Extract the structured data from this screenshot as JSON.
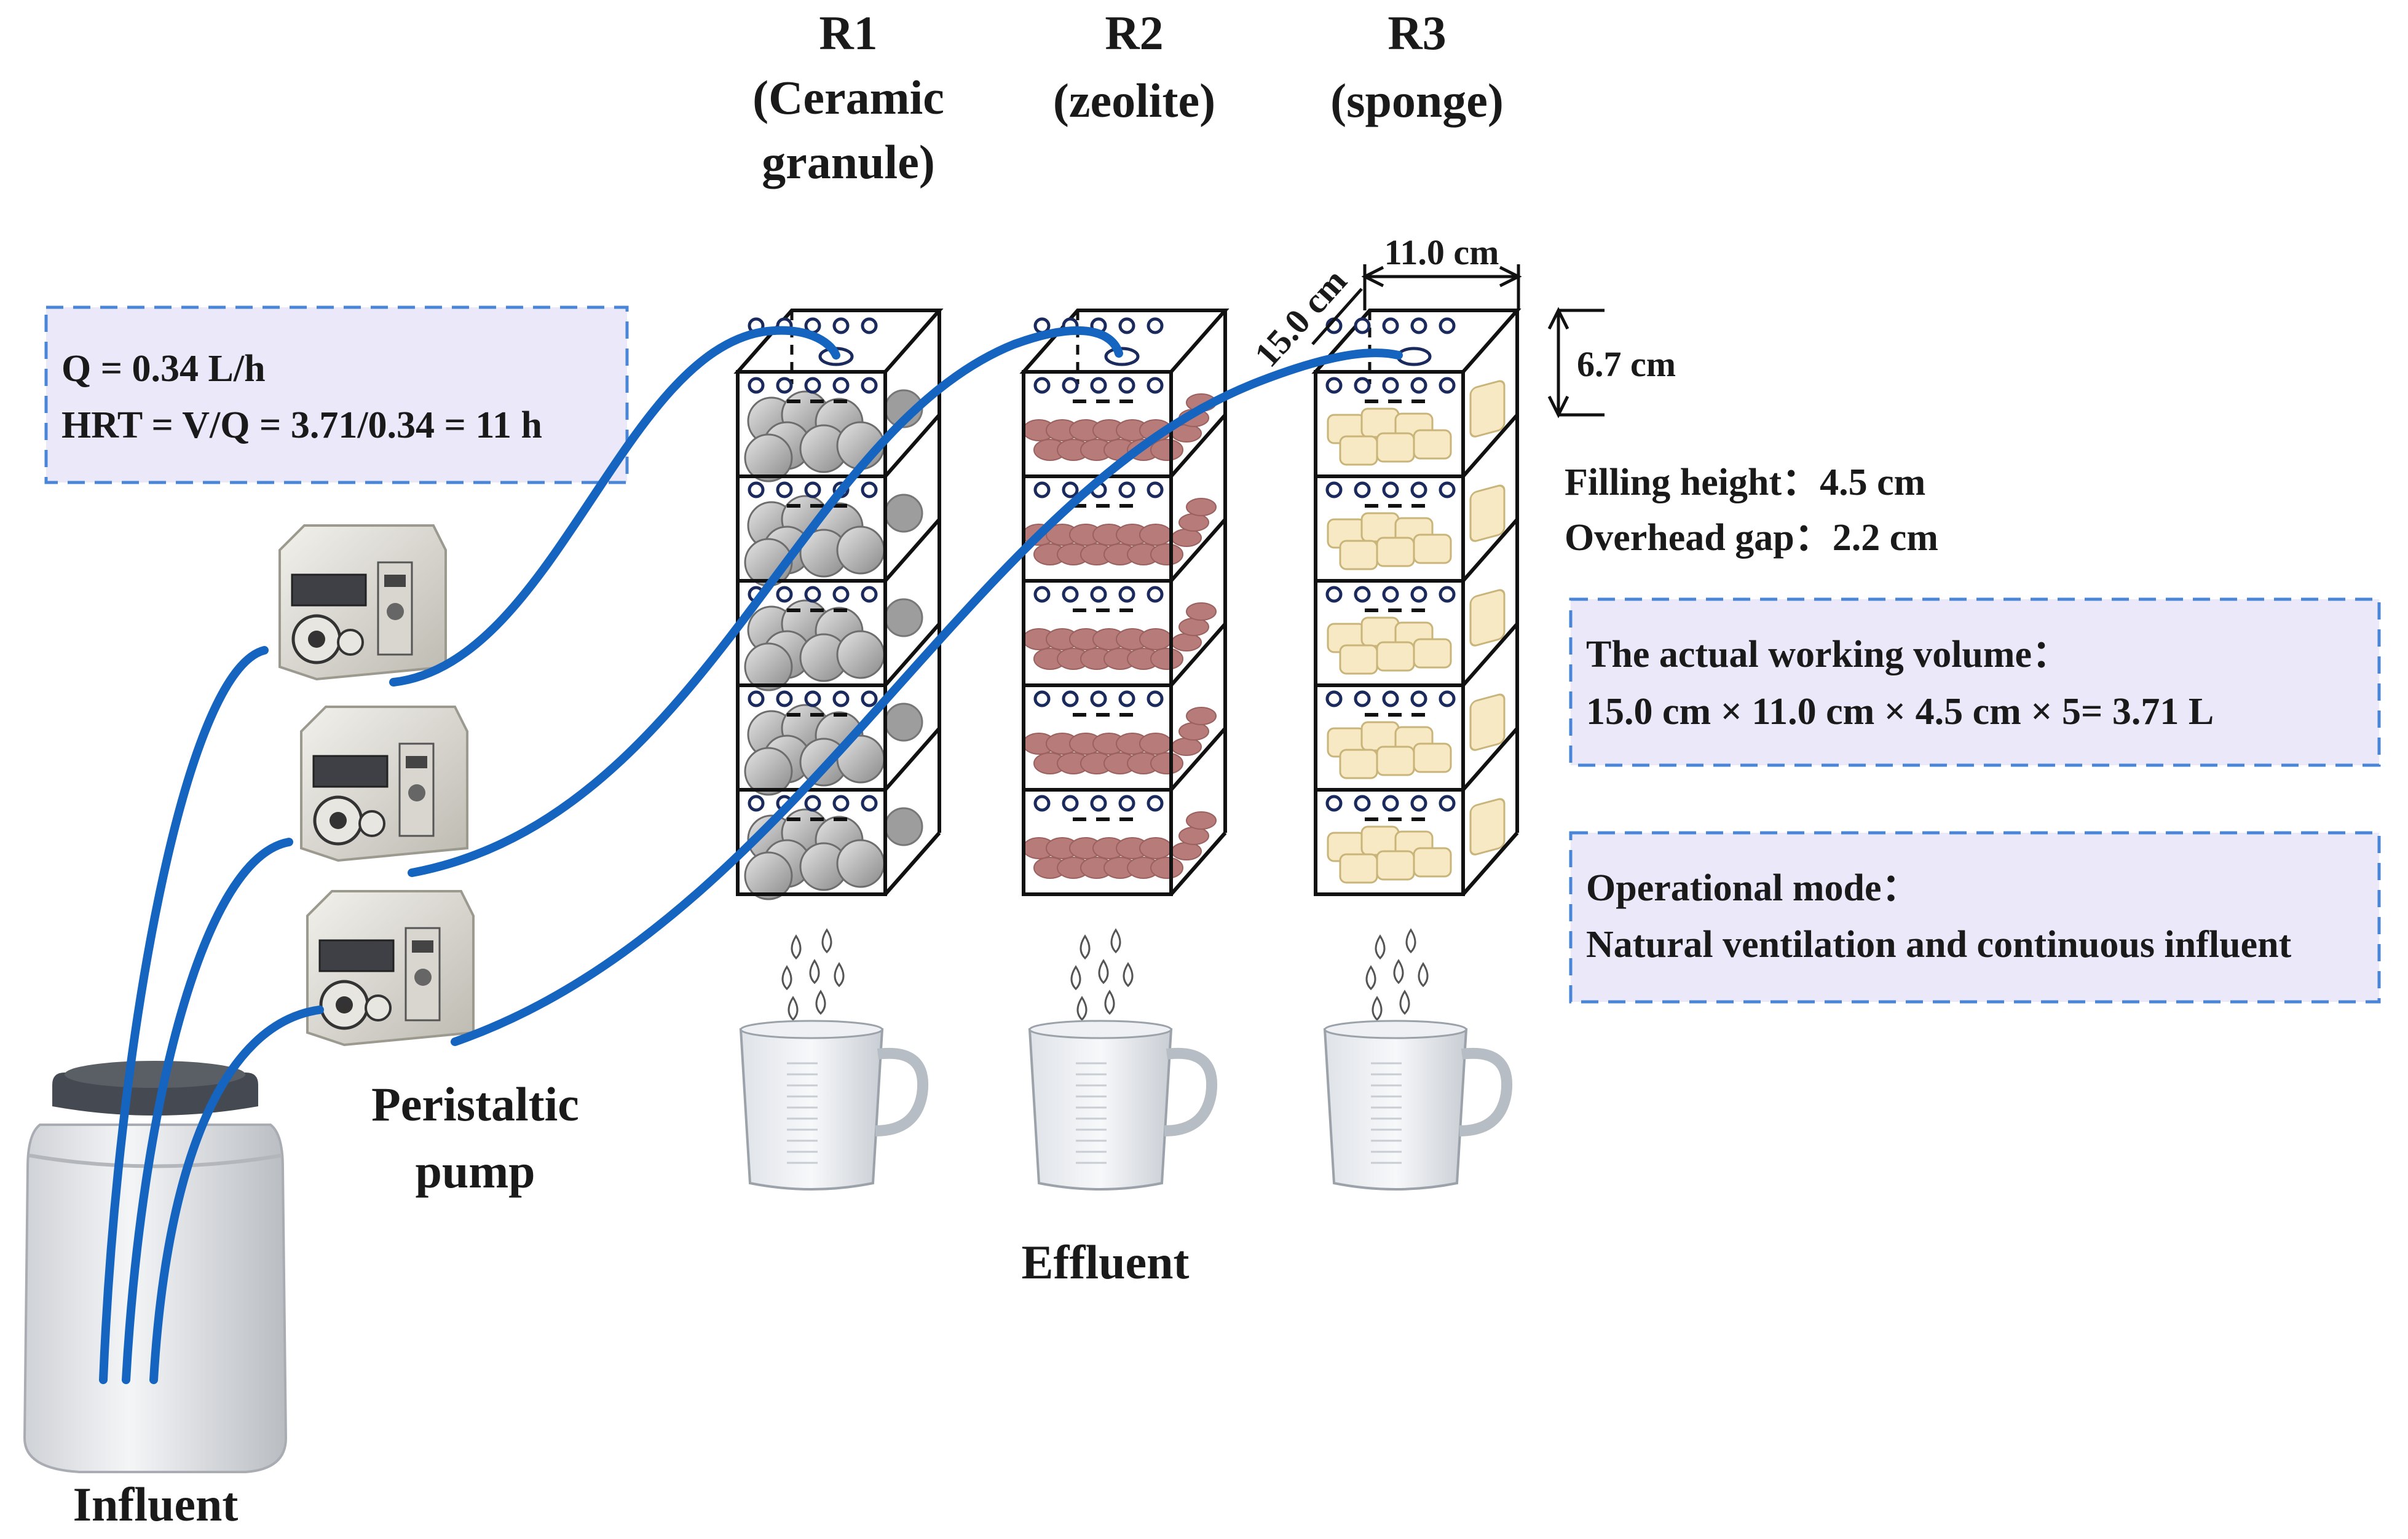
{
  "reactors": [
    {
      "id": "R1",
      "label": "R1",
      "media_lines": [
        "(Ceramic",
        "granule)"
      ],
      "media_color": "#a8a8a8",
      "media_shape": "sphere"
    },
    {
      "id": "R2",
      "label": "R2",
      "media_lines": [
        "(zeolite)"
      ],
      "media_color": "#b77b79",
      "media_shape": "ellipse"
    },
    {
      "id": "R3",
      "label": "R3",
      "media_lines": [
        "(sponge)"
      ],
      "media_color": "#f6e9c4",
      "media_shape": "cube"
    }
  ],
  "reactor_layers": 5,
  "dimensions": {
    "length": "15.0 cm",
    "width": "11.0 cm",
    "layer_height": "6.7 cm"
  },
  "flow_box": {
    "line1": "Q = 0.34 L/h",
    "line2": "HRT = V/Q = 3.71/0.34 = 11 h"
  },
  "filling": {
    "line1": "Filling height：4.5 cm",
    "line2": "Overhead gap：2.2 cm"
  },
  "volume_box": {
    "line1": "The actual working volume：",
    "line2": "15.0 cm × 11.0 cm × 4.5 cm × 5= 3.71 L"
  },
  "mode_box": {
    "line1": "Operational mode：",
    "line2": "Natural ventilation and continuous influent"
  },
  "labels": {
    "pump_line1": "Peristaltic",
    "pump_line2": "pump",
    "effluent": "Effluent",
    "influent": "Influent"
  },
  "colors": {
    "tube": "#1565c0",
    "box_fill": "#ebe9f9",
    "box_border": "#4a86d8",
    "frame": "#111111"
  }
}
